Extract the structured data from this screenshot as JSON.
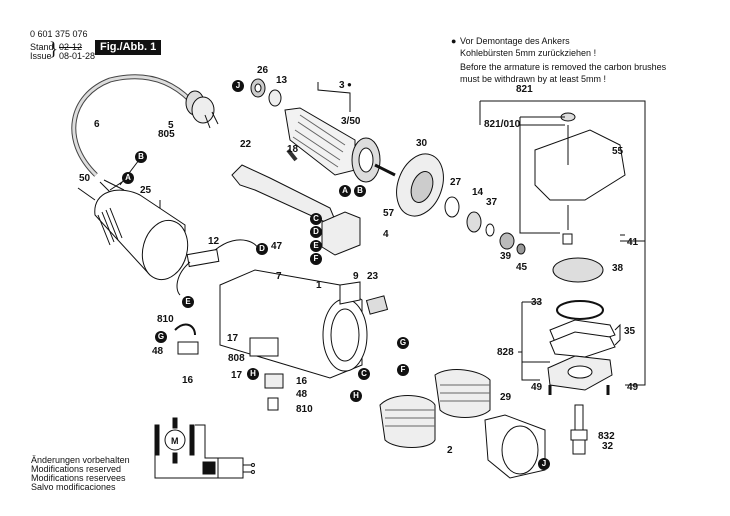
{
  "header": {
    "part_number": "0 601 375 076",
    "stand_label": "Stand",
    "issue_label": "Issue",
    "stand_value_struck": "02-12",
    "issue_date": "08-01-28",
    "figure_label": "Fig./Abb. 1"
  },
  "notes": {
    "bullet": "●",
    "de_line1": "Vor Demontage des Ankers",
    "de_line2": "Kohlebürsten 5mm zurückziehen !",
    "en_line1": "Before the armature is removed the carbon brushes",
    "en_line2": "must be withdrawn by at least 5mm !"
  },
  "footer": {
    "lines": [
      "Änderungen vorbehalten",
      "Modifications reserved",
      "Modifications reservees",
      "Salvo modificaciones"
    ]
  },
  "motor_symbol": "M",
  "part_labels": {
    "p26": "26",
    "p13": "13",
    "p3": "3",
    "p3dot": "●",
    "p3_50": "3/50",
    "p6": "6",
    "p5": "5",
    "p805": "805",
    "p22": "22",
    "p18": "18",
    "p30": "30",
    "p27": "27",
    "p14": "14",
    "p37": "37",
    "p39": "39",
    "p45": "45",
    "p50": "50",
    "p25": "25",
    "p57": "57",
    "p4": "4",
    "p12": "12",
    "p47": "47",
    "p7": "7",
    "p9": "9",
    "p23": "23",
    "p1": "1",
    "p810a": "810",
    "p17a": "17",
    "p48a": "48",
    "p16a": "16",
    "p808": "808",
    "p17b": "17",
    "p16b": "16",
    "p48b": "48",
    "p810b": "810",
    "p2": "2",
    "p29": "29",
    "p821": "821",
    "p821_010": "821/010",
    "p55": "55",
    "p41": "41",
    "p38": "38",
    "p33": "33",
    "p35": "35",
    "p828": "828",
    "p49a": "49",
    "p49b": "49",
    "p832": "832",
    "p32": "32"
  },
  "connection_markers": {
    "A1": "A",
    "B1": "B",
    "J1": "J",
    "A2": "A",
    "B2": "B",
    "C1": "C",
    "D1": "D",
    "E1": "E",
    "F1": "F",
    "D2": "D",
    "E2": "E",
    "G1": "G",
    "H1": "H",
    "G2": "G",
    "F2": "F",
    "C2": "C",
    "H2": "H",
    "J2": "J"
  }
}
